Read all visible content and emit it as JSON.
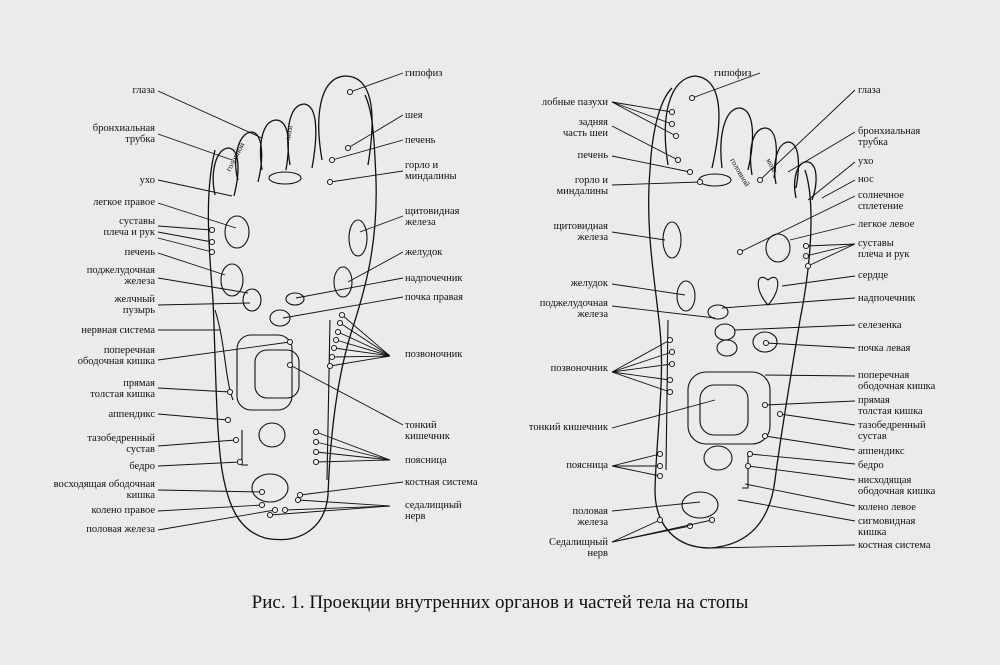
{
  "caption": "Рис. 1. Проекции внутренних органов и частей тела на стопы",
  "toe_labels": {
    "left": [
      "головной",
      "мозг"
    ],
    "right": [
      "головной",
      "мозг"
    ]
  },
  "left_foot": {
    "labels": [
      "глаза",
      "бронхиальная\nтрубка",
      "ухо",
      "легкое правое",
      "суставы\nплеча и рук",
      "печень",
      "поджелудочная\nжелеза",
      "желчный\nпузырь",
      "нервная система",
      "поперечная\nободочная кишка",
      "прямая\nтолстая кишка",
      "аппендикс",
      "тазобедренный\nсустав",
      "бедро",
      "восходящая ободочная\nкишка",
      "колено правое",
      "половая железа",
      "гипофиз",
      "шея",
      "печень",
      "горло и\nминдалины",
      "щитовидная\nжелеза",
      "желудок",
      "надпочечник",
      "почка правая",
      "позвоночник",
      "тонкий\nкишечник",
      "поясница",
      "костная система",
      "седалищный\nнерв"
    ]
  },
  "right_foot": {
    "labels": [
      "лобные пазухи",
      "задняя\nчасть шеи",
      "печень",
      "горло и\nминдалины",
      "щитовидная\nжелеза",
      "желудок",
      "поджелудочная\nжелеза",
      "позвоночник",
      "тонкий кишечник",
      "поясница",
      "половая\nжелеза",
      "Седалищный\nнерв",
      "гипофиз",
      "глаза",
      "бронхиальная\nтрубка",
      "ухо",
      "нос",
      "солнечное\nсплетение",
      "легкое левое",
      "суставы\nплеча и рук",
      "сердце",
      "надпочечник",
      "селезенка",
      "почка левая",
      "поперечная\nободочная кишка",
      "прямая\nтолстая кишка",
      "тазобедренный\nсустав",
      "аппендикс",
      "бедро",
      "нисходящая\nободочная кишка",
      "колено левое",
      "сигмовидная\nкишка",
      "костная система"
    ]
  }
}
